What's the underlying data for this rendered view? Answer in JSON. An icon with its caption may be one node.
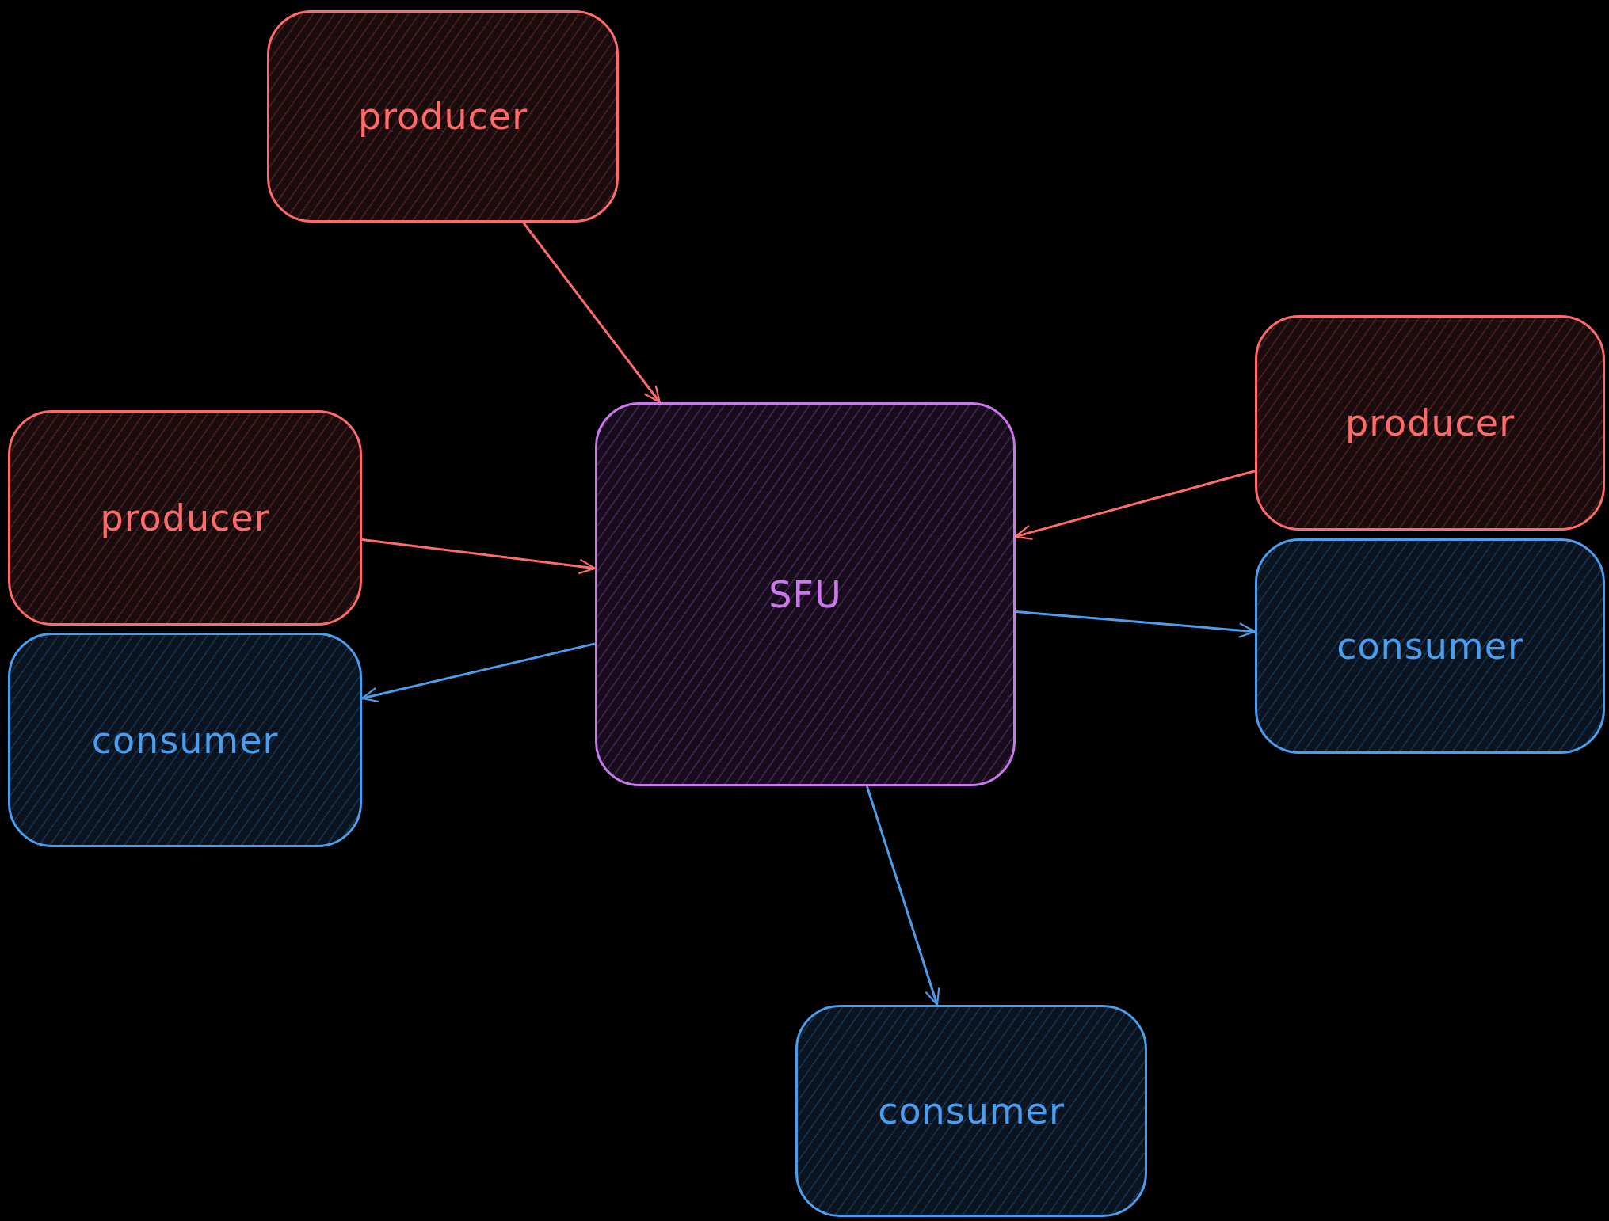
{
  "diagram": {
    "nodes": [
      {
        "text": [
          "producer"
        ]
      },
      {
        "text": [
          "producer"
        ]
      },
      {
        "text": [
          "consumer"
        ]
      },
      {
        "text": [
          "SFU"
        ]
      },
      {
        "text": [
          "producer"
        ]
      },
      {
        "text": [
          "consumer"
        ]
      },
      {
        "text": [
          "consumer"
        ]
      }
    ],
    "edges": [
      {
        "from": 0,
        "to": 3,
        "arrow": "to",
        "color": "#ff6b6b"
      },
      {
        "from": 1,
        "to": 3,
        "arrow": "to",
        "color": "#ff6b6b"
      },
      {
        "from": 3,
        "to": 2,
        "arrow": "to",
        "color": "#4a9eed"
      },
      {
        "from": 4,
        "to": 3,
        "arrow": "to",
        "color": "#ff6b6b"
      },
      {
        "from": 3,
        "to": 5,
        "arrow": "to",
        "color": "#4a9eed"
      },
      {
        "from": 3,
        "to": 6,
        "arrow": "to",
        "color": "#4a9eed"
      }
    ]
  }
}
